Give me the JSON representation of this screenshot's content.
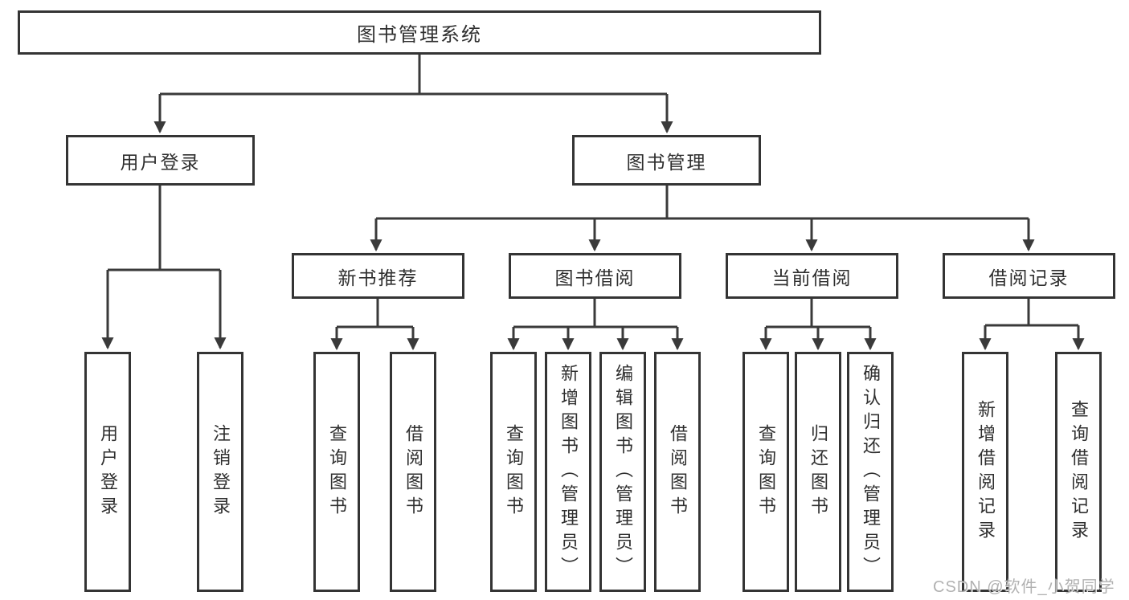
{
  "diagram": {
    "title_node": {
      "label": "图书管理系统"
    },
    "level2": [
      {
        "id": "user-login",
        "label": "用户登录"
      },
      {
        "id": "book-management",
        "label": "图书管理"
      }
    ],
    "level3": [
      {
        "id": "new-book-recommend",
        "label": "新书推荐",
        "parent": "图书管理"
      },
      {
        "id": "book-borrow",
        "label": "图书借阅",
        "parent": "图书管理"
      },
      {
        "id": "current-borrow",
        "label": "当前借阅",
        "parent": "图书管理"
      },
      {
        "id": "borrow-records",
        "label": "借阅记录",
        "parent": "图书管理"
      }
    ],
    "leaves": [
      {
        "id": "user-login-leaf",
        "label": "用户登录",
        "parent": "用户登录"
      },
      {
        "id": "logout",
        "label": "注销登录",
        "parent": "用户登录"
      },
      {
        "id": "query-books-1",
        "label": "查询图书",
        "parent": "新书推荐"
      },
      {
        "id": "borrow-books-1",
        "label": "借阅图书",
        "parent": "新书推荐"
      },
      {
        "id": "query-books-2",
        "label": "查询图书",
        "parent": "图书借阅"
      },
      {
        "id": "add-book-admin",
        "label": "新增图书（管理员）",
        "parent": "图书借阅"
      },
      {
        "id": "edit-book-admin",
        "label": "编辑图书（管理员）",
        "parent": "图书借阅"
      },
      {
        "id": "borrow-books-2",
        "label": "借阅图书",
        "parent": "图书借阅"
      },
      {
        "id": "query-books-3",
        "label": "查询图书",
        "parent": "当前借阅"
      },
      {
        "id": "return-books",
        "label": "归还图书",
        "parent": "当前借阅"
      },
      {
        "id": "confirm-return-admin",
        "label": "确认归还（管理员）",
        "parent": "当前借阅"
      },
      {
        "id": "add-borrow-record",
        "label": "新增借阅记录",
        "parent": "借阅记录"
      },
      {
        "id": "query-borrow-record",
        "label": "查询借阅记录",
        "parent": "借阅记录"
      }
    ],
    "colors": {
      "line": "#3a3a3a",
      "border": "#343434",
      "text": "#2f2f2f",
      "watermark": "#a9a9a9",
      "background": "#ffffff"
    },
    "watermark": "CSDN @软件_小贺同学"
  }
}
